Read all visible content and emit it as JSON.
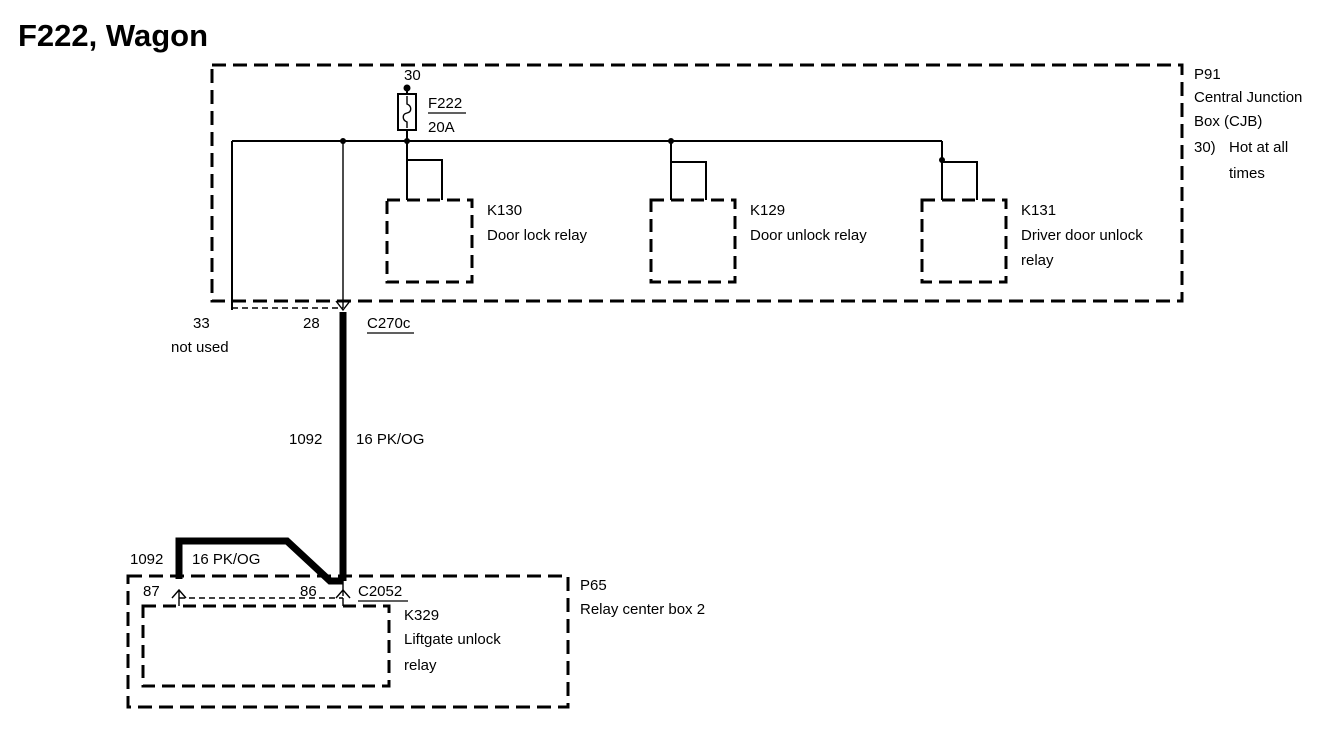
{
  "title": "F222, Wagon",
  "cjb": {
    "id": "P91",
    "name_line1": "Central Junction",
    "name_line2": "Box (CJB)",
    "note_num": "30)",
    "note_line1": "Hot at all",
    "note_line2": "times"
  },
  "fuse": {
    "pin": "30",
    "id": "F222",
    "rating": "20A"
  },
  "relays": [
    {
      "id": "K130",
      "line1": "Door lock relay",
      "line2": ""
    },
    {
      "id": "K129",
      "line1": "Door unlock relay",
      "line2": ""
    },
    {
      "id": "K131",
      "line1": "Driver door unlock",
      "line2": "relay"
    }
  ],
  "connector_top": {
    "id": "C270c",
    "pin_a": "33",
    "pin_a_note": "not used",
    "pin_b": "28"
  },
  "wire_main": {
    "circuit": "1092",
    "spec": "16 PK/OG"
  },
  "wire_lower": {
    "circuit": "1092",
    "spec": "16 PK/OG"
  },
  "rcb": {
    "id": "P65",
    "name": "Relay center box 2",
    "connector": "C2052",
    "pin_a": "87",
    "pin_b": "86",
    "relay_id": "K329",
    "relay_line1": "Liftgate unlock",
    "relay_line2": "relay"
  }
}
